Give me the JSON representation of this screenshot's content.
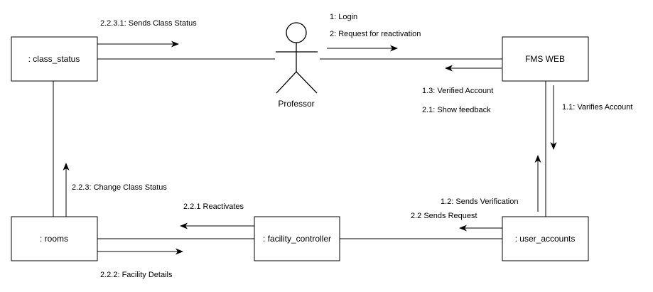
{
  "objects": {
    "class_status": ": class_status",
    "fms_web": "FMS WEB",
    "rooms": ": rooms",
    "facility_controller": ": facility_controller",
    "user_accounts": ": user_accounts"
  },
  "actor": {
    "label": "Professor"
  },
  "messages": {
    "login": "1: Login",
    "request_reactivation": "2: Request for reactivation",
    "sends_class_status": "2.2.3.1: Sends Class Status",
    "verified_account": "1.3: Verified Account",
    "show_feedback": "2.1: Show feedback",
    "varifies_account": "1.1: Varifies Account",
    "sends_verification": "1.2: Sends Verification",
    "sends_request": "2.2 Sends Request",
    "reactivates": "2.2.1 Reactivates",
    "change_class_status": "2.2.3: Change Class Status",
    "facility_details": "2.2.2: Facility Details"
  }
}
